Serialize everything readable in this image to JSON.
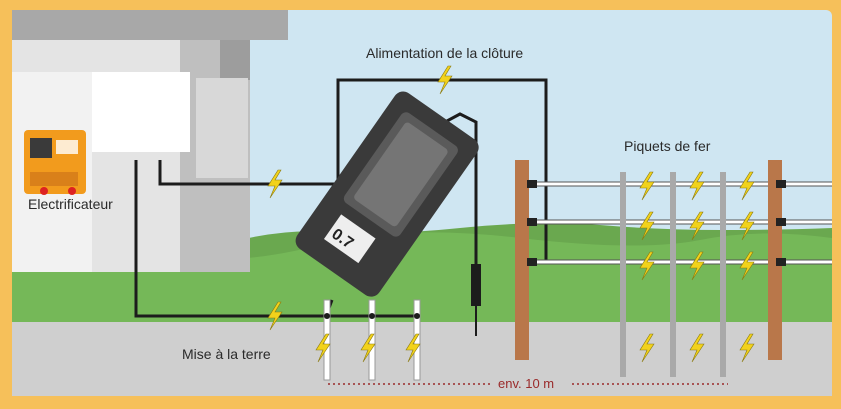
{
  "labels": {
    "power_supply": "Alimentation de la clôture",
    "iron_stakes": "Piquets de fer",
    "energizer": "Electrificateur",
    "grounding": "Mise à la terre",
    "distance": "env. 10 m"
  },
  "meter_reading": "0.7",
  "colors": {
    "frame": "#f6c05a",
    "sky": "#cfe6f2",
    "grass": "#6aa84f",
    "ground": "#cfcfcf",
    "wire": "#1c1c1c",
    "bolt": "#f2d21b",
    "wood_post": "#b9774a",
    "iron_stake": "#a9a9a9",
    "energizer_body": "#f29b1d",
    "tester_body": "#3a3a3a"
  },
  "icons": {
    "bolt": "lightning-bolt-icon"
  }
}
